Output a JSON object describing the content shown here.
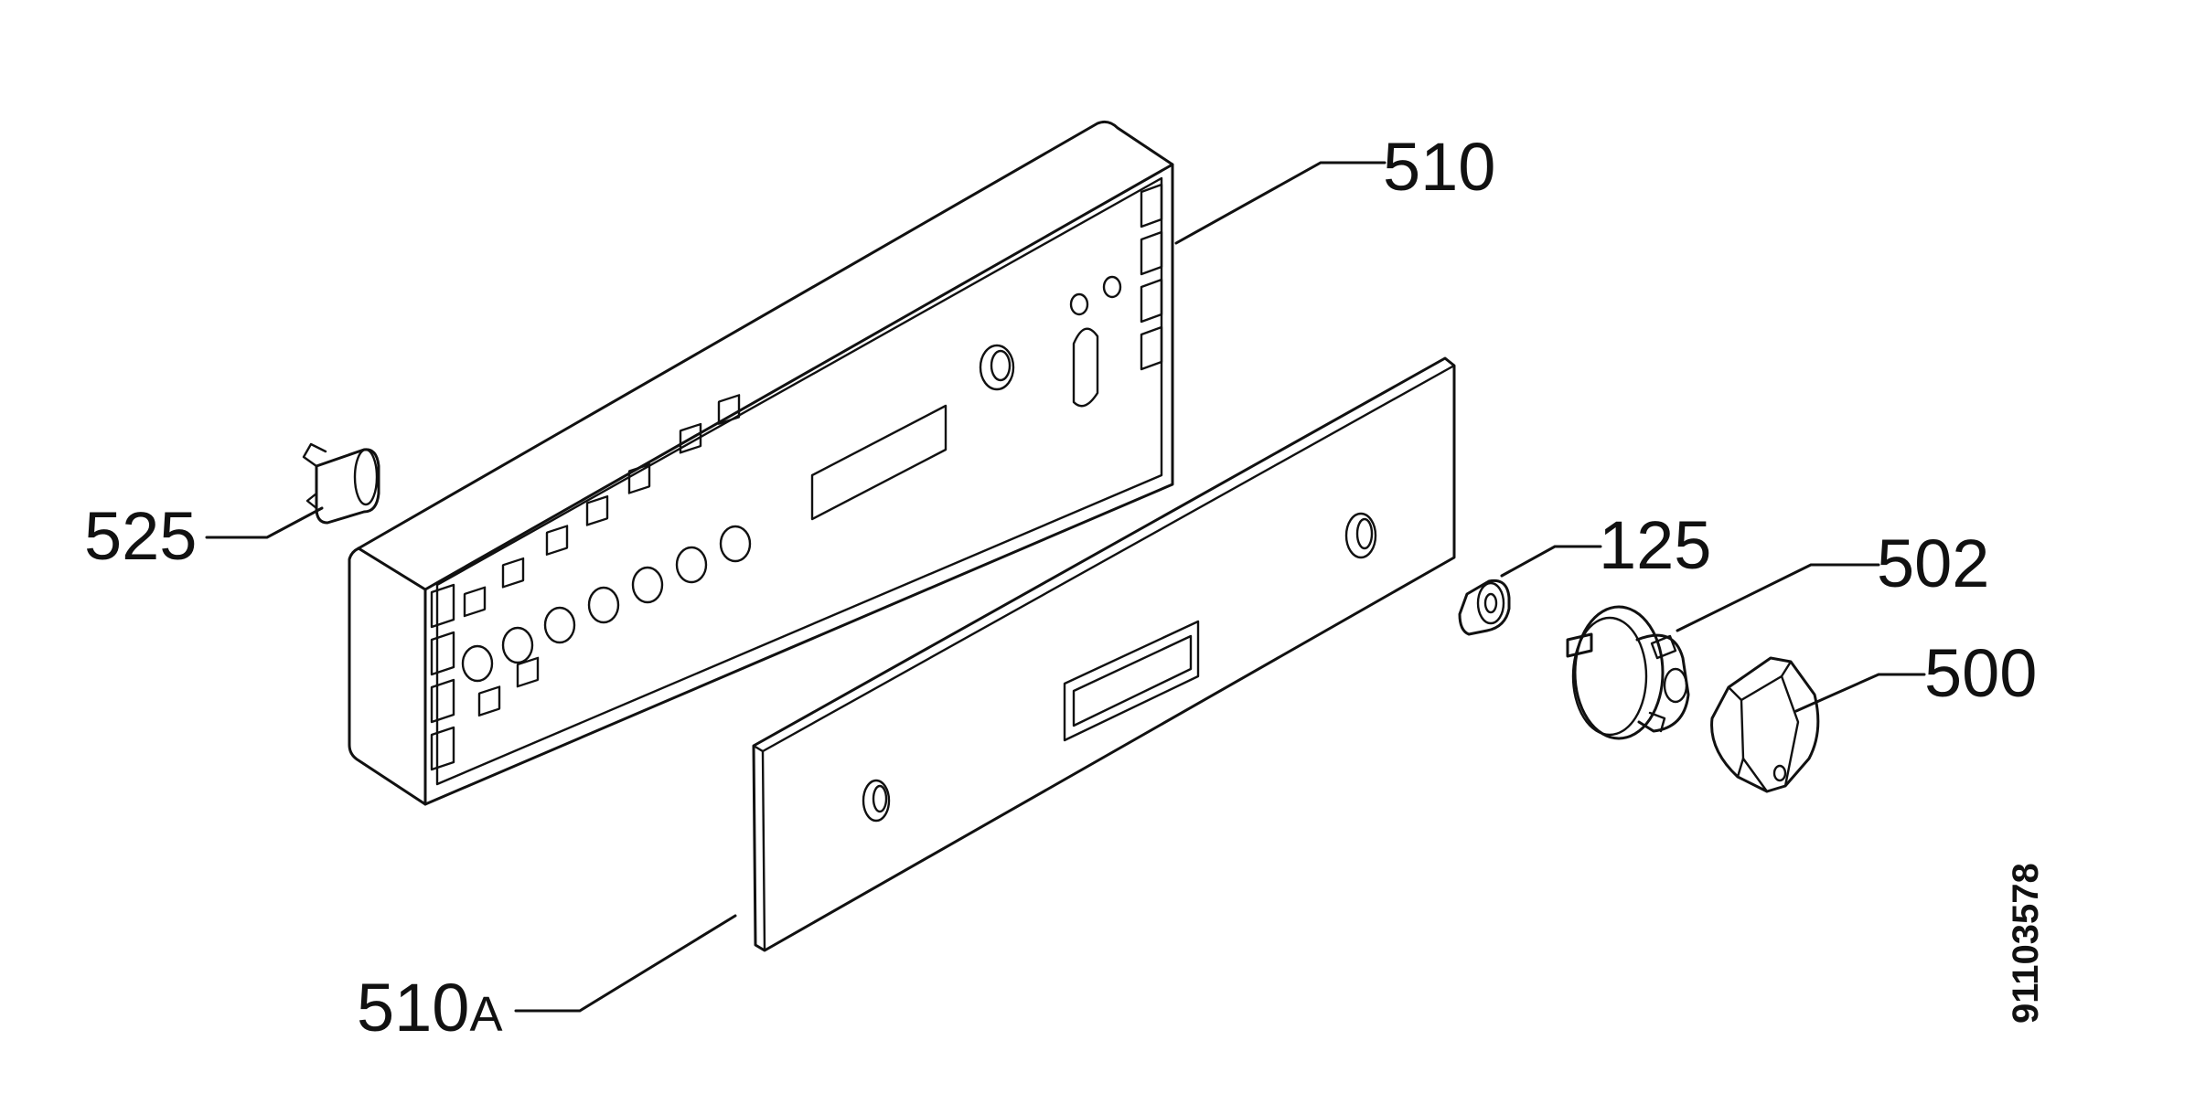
{
  "callouts": {
    "c510": "510",
    "c525": "525",
    "c125": "125",
    "c502": "502",
    "c500": "500",
    "c510a_number": "510",
    "c510a_suffix": "A"
  },
  "drawing_number": "91103578"
}
